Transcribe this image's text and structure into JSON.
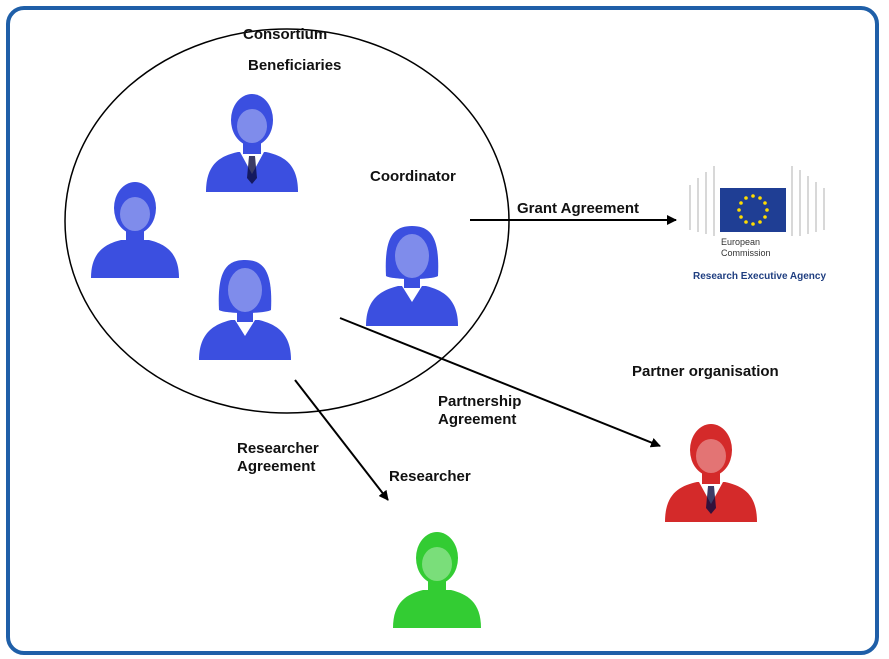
{
  "labels": {
    "consortium": "Consortium",
    "beneficiaries": "Beneficiaries",
    "coordinator": "Coordinator",
    "grant_agreement": "Grant Agreement",
    "partner_organisation": "Partner organisation",
    "partnership_agreement": "Partnership\nAgreement",
    "researcher_agreement": "Researcher\nAgreement",
    "researcher": "Researcher"
  },
  "logo": {
    "line1": "European",
    "line2": "Commission",
    "agency": "Research Executive Agency"
  },
  "colors": {
    "frame": "#1f5fa8",
    "beneficiary": "#3b4fe0",
    "partner": "#d42a2a",
    "researcher": "#33cc33",
    "eu_blue": "#1f3e94",
    "eu_star": "#ffdd00"
  }
}
